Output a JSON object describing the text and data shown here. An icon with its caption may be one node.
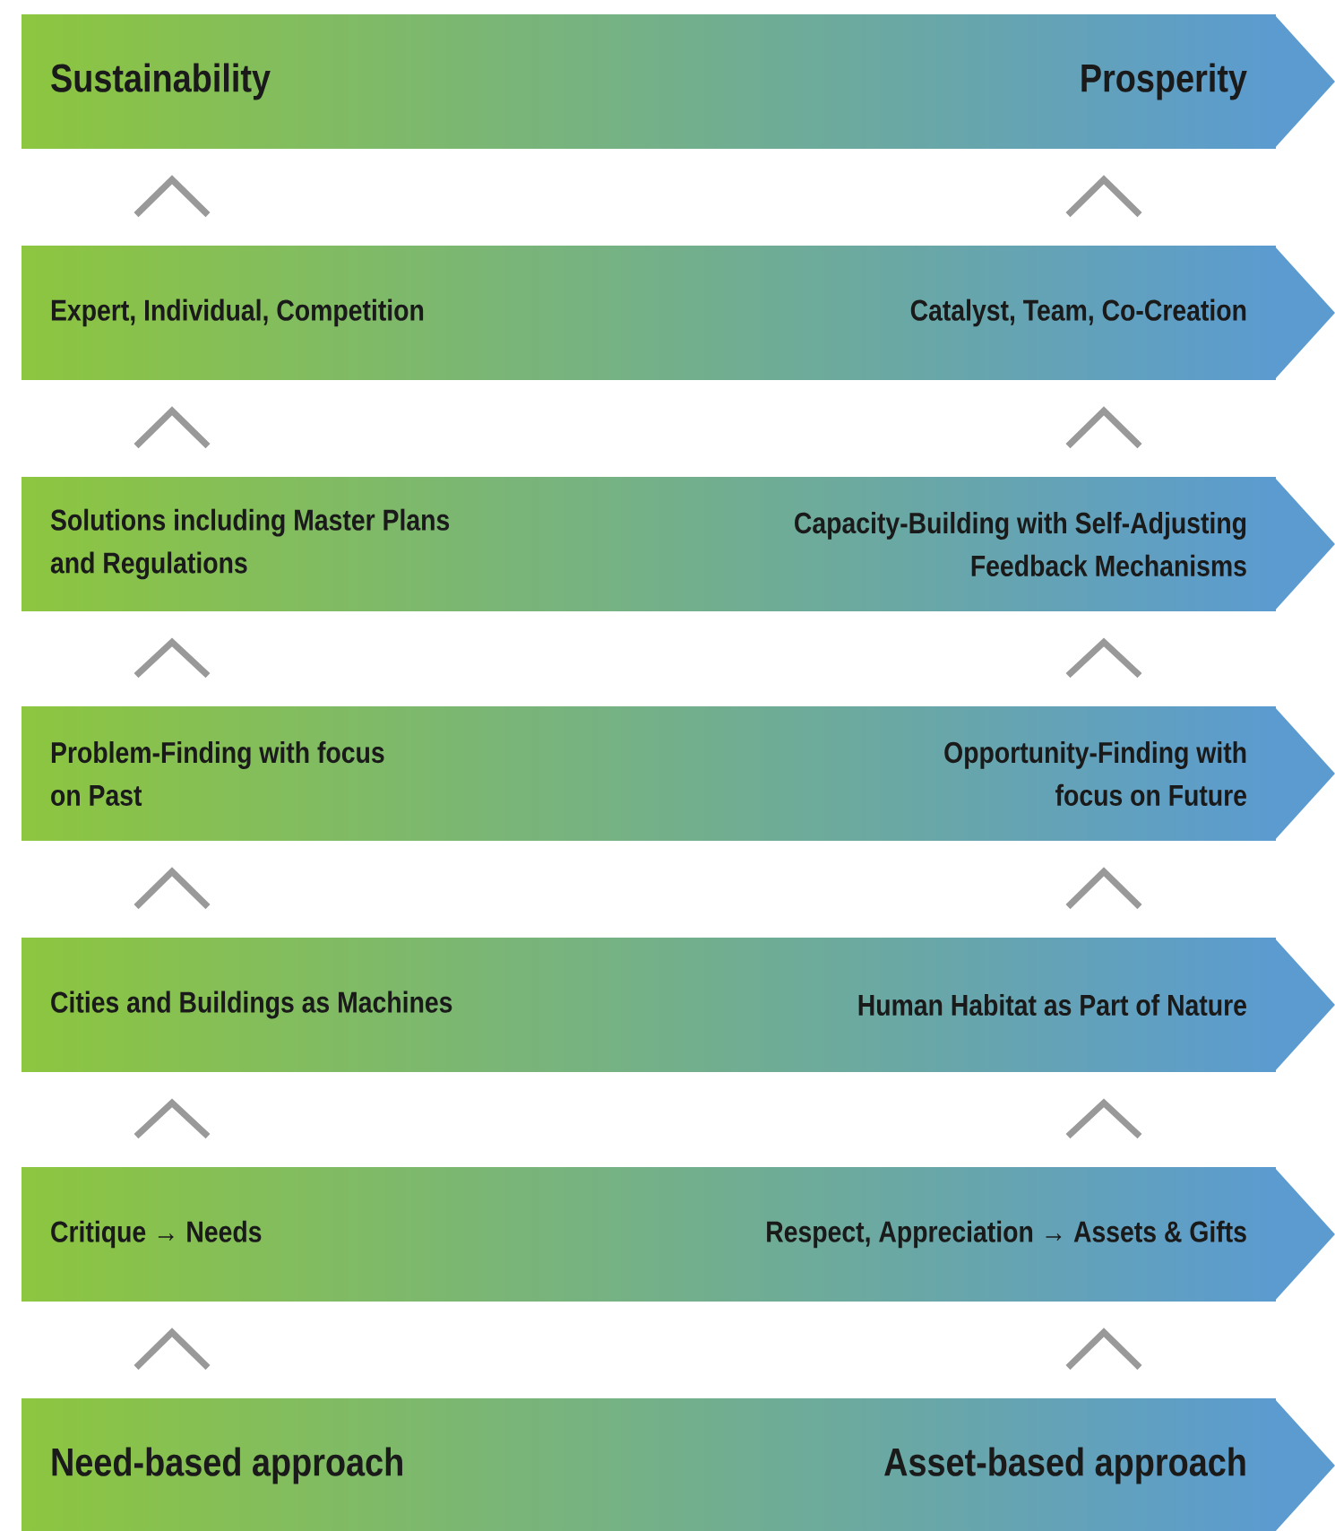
{
  "diagram": {
    "nodes": [
      {
        "text": [
          "Sustainability",
          "Prosperity"
        ]
      },
      {
        "text": [
          "Expert, Individual, Competition",
          "Catalyst, Team, Co-Creation"
        ]
      },
      {
        "text": [
          "Solutions including Master Plans and Regulations",
          "Capacity-Building with Self-Adjusting Feedback Mechanisms"
        ]
      },
      {
        "text": [
          "Problem-Finding with focus on Past",
          "Opportunity-Finding with focus on Future"
        ]
      },
      {
        "text": [
          "Cities and Buildings as Machines",
          "Human Habitat as Part of Nature"
        ]
      },
      {
        "text": [
          "Critique → Needs",
          "Respect, Appreciation → Assets & Gifts"
        ]
      },
      {
        "text": [
          "Need-based approach",
          "Asset-based approach"
        ]
      }
    ],
    "edges": [
      {
        "from": 1,
        "to": 0,
        "arrow": "to"
      },
      {
        "from": 1,
        "to": 0,
        "arrow": "to"
      },
      {
        "from": 2,
        "to": 1,
        "arrow": "to"
      },
      {
        "from": 2,
        "to": 1,
        "arrow": "to"
      },
      {
        "from": 3,
        "to": 2,
        "arrow": "to"
      },
      {
        "from": 3,
        "to": 2,
        "arrow": "to"
      },
      {
        "from": 4,
        "to": 3,
        "arrow": "to"
      },
      {
        "from": 4,
        "to": 3,
        "arrow": "to"
      },
      {
        "from": 5,
        "to": 4,
        "arrow": "to"
      },
      {
        "from": 5,
        "to": 4,
        "arrow": "to"
      },
      {
        "from": 6,
        "to": 5,
        "arrow": "to"
      },
      {
        "from": 6,
        "to": 5,
        "arrow": "to"
      }
    ]
  }
}
